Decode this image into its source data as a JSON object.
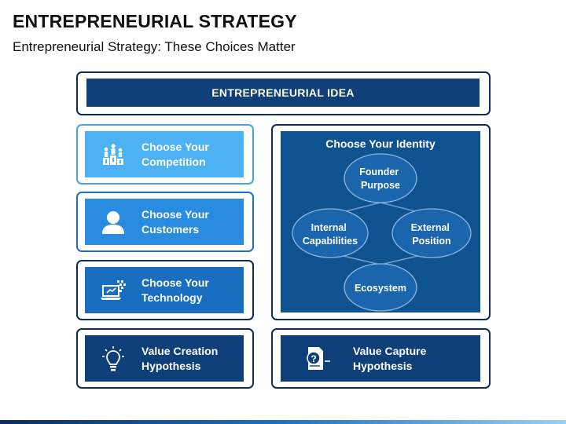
{
  "header": {
    "title": "ENTREPRENEURIAL STRATEGY",
    "subtitle": "Entrepreneurial Strategy: These Choices Matter"
  },
  "idea": {
    "label": "ENTREPRENEURIAL IDEA"
  },
  "choices": [
    {
      "label": "Choose Your\nCompetition",
      "icon": "podium-icon",
      "color": "#4db2f3"
    },
    {
      "label": "Choose Your\nCustomers",
      "icon": "user-icon",
      "color": "#2a8ce0"
    },
    {
      "label": "Choose Your\nTechnology",
      "icon": "laptop-icon",
      "color": "#1a6ec2"
    }
  ],
  "identity": {
    "title": "Choose Your Identity",
    "nodes": {
      "founder": "Founder\nPurpose",
      "internal": "Internal\nCapabilities",
      "external": "External\nPosition",
      "ecosystem": "Ecosystem"
    }
  },
  "hypotheses": [
    {
      "label": "Value Creation\nHypothesis",
      "icon": "lightbulb-icon"
    },
    {
      "label": "Value Capture\nHypothesis",
      "icon": "question-document-icon"
    }
  ],
  "colors": {
    "navy": "#0f3f78",
    "identity_panel": "#0f5290",
    "node_fill": "#1a65ac"
  }
}
